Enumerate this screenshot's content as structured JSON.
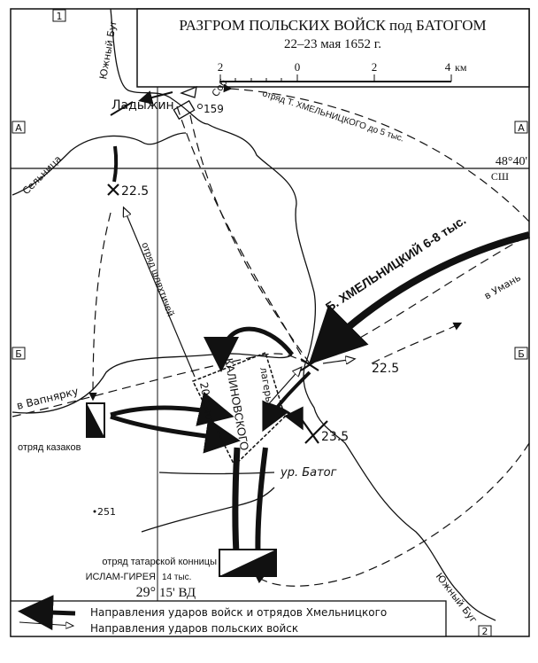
{
  "title": {
    "line1": "РАЗГРОМ ПОЛЬСКИХ ВОЙСК под БАТОГОМ",
    "line2": "22–23 мая 1652 г."
  },
  "scale": {
    "ticks": [
      "2",
      "0",
      "2",
      "4"
    ],
    "unit": "км"
  },
  "grid": {
    "a": "А",
    "b": "Б",
    "sq1": "1",
    "sq2": "2",
    "lat": "48°40'",
    "lat_hemi": "СШ",
    "lon": "29°",
    "lon2": "15' ВД"
  },
  "labels": {
    "ladyzhin": "Ладыжин",
    "height159": "159",
    "sob": "Соб",
    "river_top": "Южный Буг",
    "selnica": "Сельница",
    "t_khmel": "отряд Т. ХМЕЛЬНИЦКОГО до 5 тыс.",
    "b_khmel": "Б. ХМЕЛЬНИЦКИЙ 6-8 тыс.",
    "uman": "в Умань",
    "vapnyarka": "в Вапнярку",
    "shlyakhta": "отряд шляхтичей",
    "camp1": "лагерь",
    "camp2": "КАЛИНОВСКОГО",
    "camp3": "20 тыс.",
    "date1": "22.5",
    "date2": "22.5",
    "date3": "23.5",
    "cossacks": "отряд казаков",
    "height251": "251",
    "batog": "ур. Батог",
    "tatar1": "отряд татарской конницы",
    "tatar2": "ИСЛАМ-ГИРЕЯ",
    "tatar3": "14 тыс.",
    "river_bottom": "Южный Буг"
  },
  "legend": {
    "cossack_arrows": "Направления ударов войск и отрядов Хмельницкого",
    "polish_arrows": "Направления ударов польских войск"
  }
}
